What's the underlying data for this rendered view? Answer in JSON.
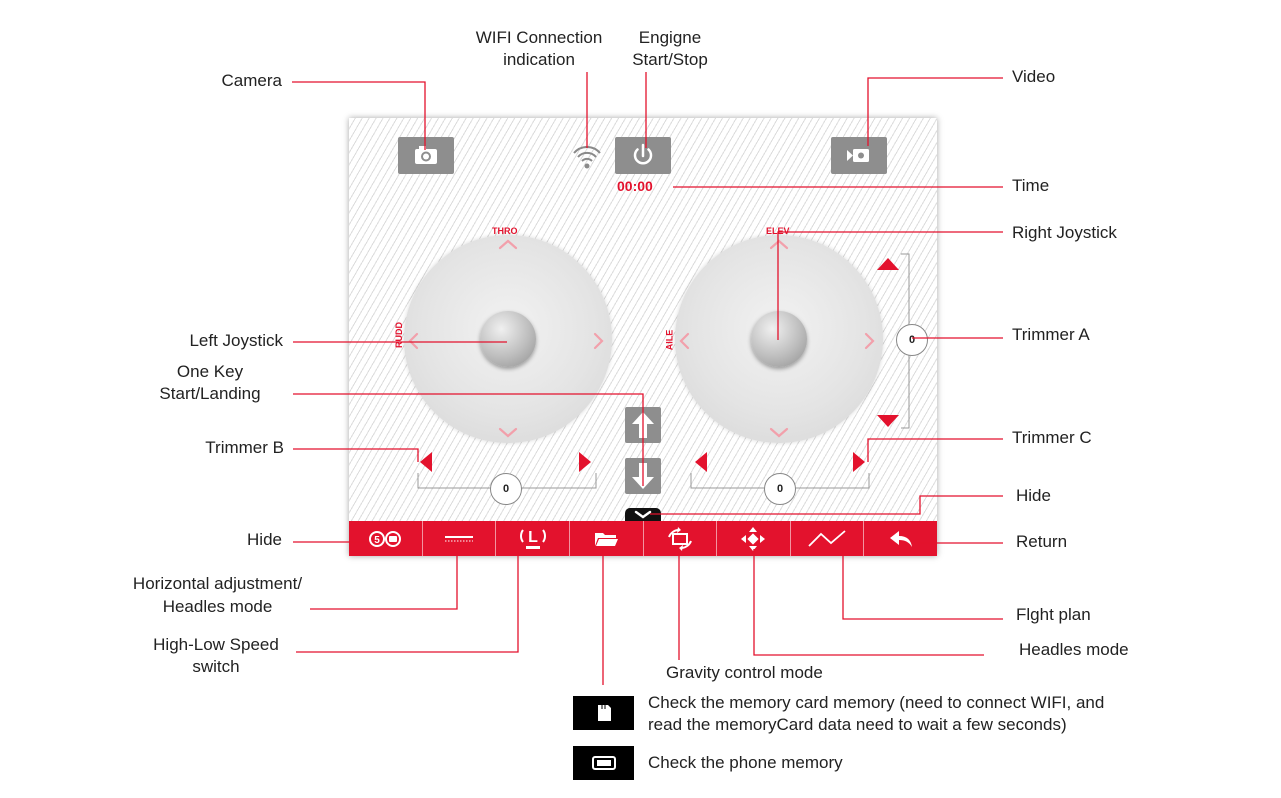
{
  "callouts": {
    "camera": "Camera",
    "wifi_line1": "WIFI Connection",
    "wifi_line2": "indication",
    "engine_line1": "Engigne",
    "engine_line2": "Start/Stop",
    "video": "Video",
    "time": "Time",
    "right_joystick": "Right Joystick",
    "left_joystick": "Left Joystick",
    "trimmer_a": "Trimmer A",
    "one_key_line1": "One Key",
    "one_key_line2": "Start/Landing",
    "trimmer_b": "Trimmer B",
    "trimmer_c": "Trimmer C",
    "hide_right": "Hide",
    "hide_left": "Hide",
    "return": "Return",
    "horizontal_line1": "Horizontal adjustment/",
    "horizontal_line2": "Headles mode",
    "speed_line1": "High-Low Speed",
    "speed_line2": "switch",
    "flight_plan": "Flght plan",
    "headles_mode": "Headles mode",
    "gravity": "Gravity control mode"
  },
  "screen": {
    "time_value": "00:00",
    "left_stick": {
      "top": "THRO",
      "side": "RUDD"
    },
    "right_stick": {
      "top": "ELEV",
      "side": "AILE"
    },
    "trimmer_a_value": "0",
    "trimmer_b_value": "0",
    "trimmer_c_value": "0",
    "toolbar_icons": [
      "gyro-mode-icon",
      "horizontal-adjust-icon",
      "speed-switch-icon",
      "folder-icon",
      "gravity-rotate-icon",
      "headless-mode-icon",
      "flight-plan-icon",
      "return-arrow-icon"
    ]
  },
  "memory": {
    "card_line1": "Check the memory card memory (need to connect WIFI, and",
    "card_line2": "read the memoryCard data need to wait a few seconds)",
    "phone": "Check the phone memory"
  },
  "colors": {
    "accent": "#e3122d",
    "button_gray": "#8e8e8e",
    "leader_line": "#e3122d"
  }
}
